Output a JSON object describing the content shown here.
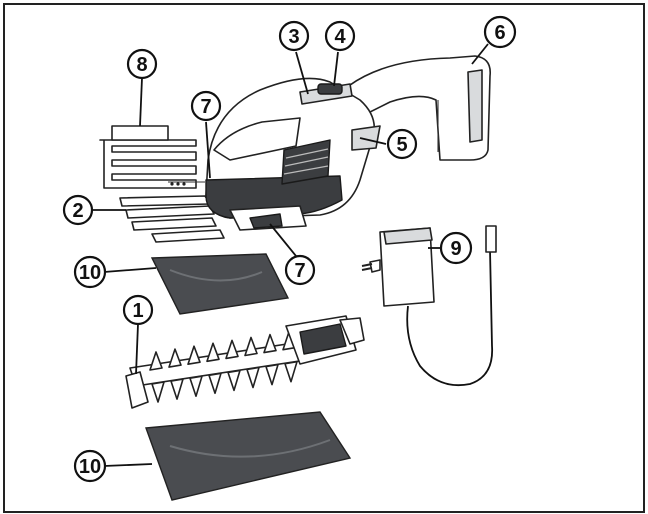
{
  "figure": {
    "callouts": [
      {
        "id": "c1",
        "label": "1"
      },
      {
        "id": "c2",
        "label": "2"
      },
      {
        "id": "c3",
        "label": "3"
      },
      {
        "id": "c4",
        "label": "4"
      },
      {
        "id": "c5",
        "label": "5"
      },
      {
        "id": "c6",
        "label": "6"
      },
      {
        "id": "c7a",
        "label": "7"
      },
      {
        "id": "c7b",
        "label": "7"
      },
      {
        "id": "c8",
        "label": "8"
      },
      {
        "id": "c9",
        "label": "9"
      },
      {
        "id": "c10a",
        "label": "10"
      },
      {
        "id": "c10b",
        "label": "10"
      }
    ]
  }
}
